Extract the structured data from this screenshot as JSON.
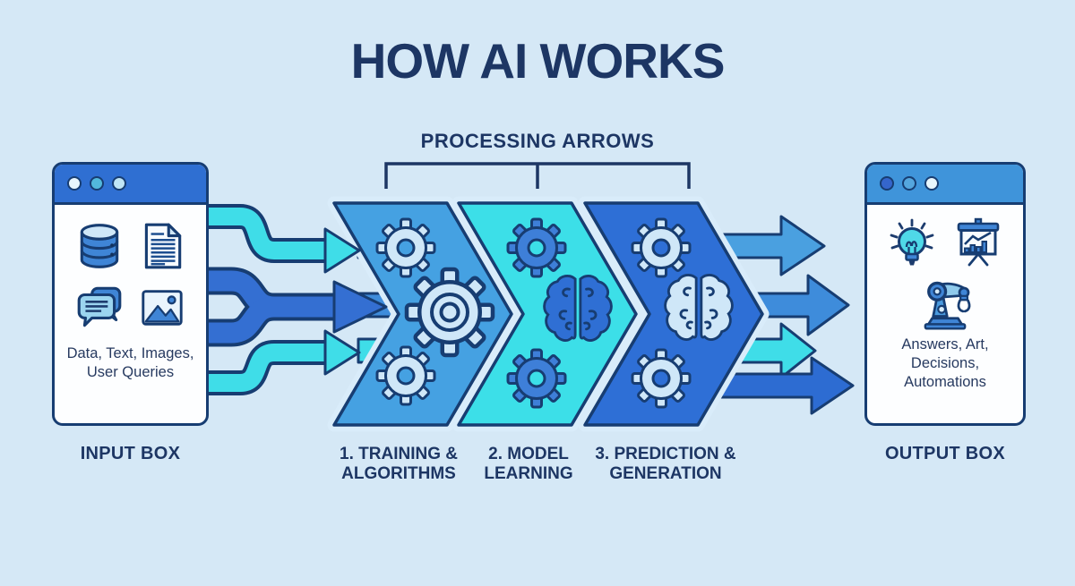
{
  "title": "HOW AI WORKS",
  "subtitle": "PROCESSING ARROWS",
  "input_box": {
    "label": "INPUT BOX",
    "caption": [
      "Data, Text, Images,",
      "User Queries"
    ],
    "icons": [
      "database-icon",
      "document-icon",
      "chat-bubbles-icon",
      "image-icon"
    ]
  },
  "stages": [
    {
      "line1": "1. TRAINING &",
      "line2": "ALGORITHMS",
      "icons": [
        "gear-icon",
        "gear-icon",
        "gear-icon"
      ]
    },
    {
      "line1": "2. MODEL",
      "line2": "LEARNING",
      "icons": [
        "gear-icon",
        "brain-icon",
        "gear-icon"
      ]
    },
    {
      "line1": "3. PREDICTION &",
      "line2": "GENERATION",
      "icons": [
        "gear-icon",
        "brain-icon",
        "gear-icon"
      ]
    }
  ],
  "output_box": {
    "label": "OUTPUT BOX",
    "caption": [
      "Answers, Art,",
      "Decisions,",
      "Automations"
    ],
    "icons": [
      "lightbulb-icon",
      "presentation-chart-icon",
      "robot-arm-icon"
    ]
  },
  "colors": {
    "background": "#d5e8f6",
    "outline_navy": "#173d72",
    "text_navy": "#1d3664",
    "header_blue_input": "#2f6fd2",
    "header_blue_output": "#3f94da",
    "chevron_1": "#45a1e2",
    "chevron_2": "#3cdfe8",
    "chevron_3": "#2e6fd6",
    "arrow_cyan": "#3fdde8",
    "arrow_blue": "#3e8cdb",
    "arrow_royal": "#2d6cd2",
    "icon_light": "#cfe7f8",
    "icon_blue": "#3f85d6"
  }
}
